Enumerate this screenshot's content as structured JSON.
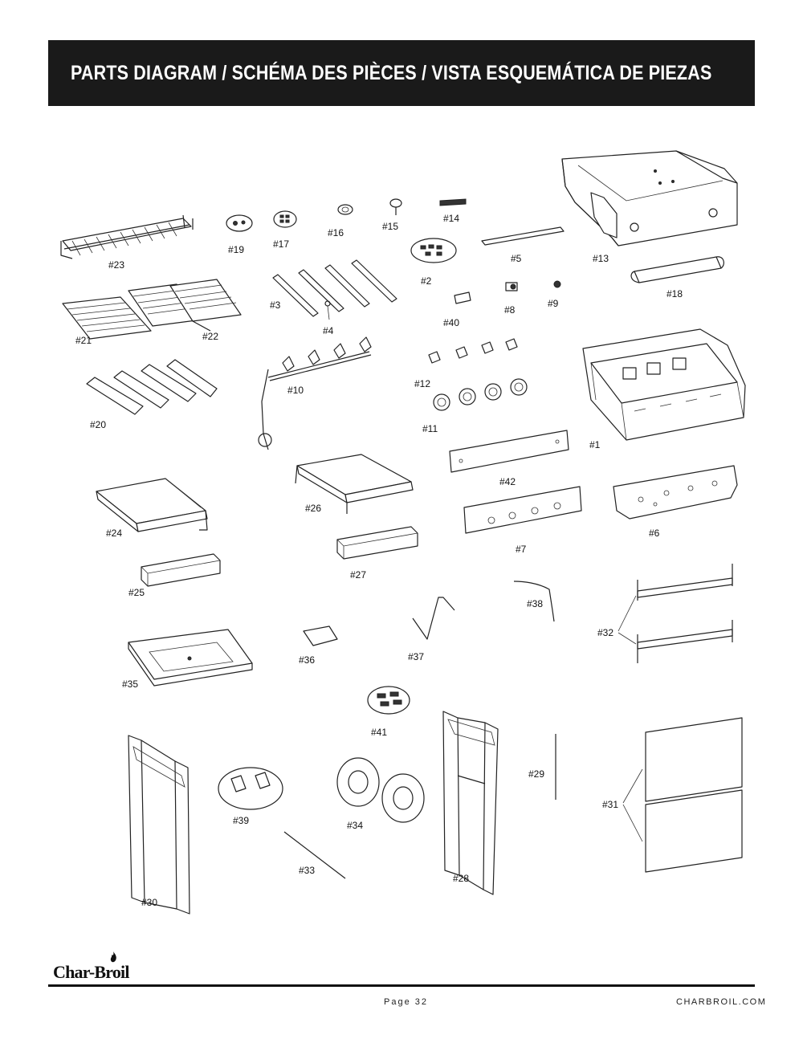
{
  "header": {
    "title": "PARTS DIAGRAM / SCHÉMA DES PIÈCES / VISTA ESQUEMÁTICA DE PIEZAS"
  },
  "parts": {
    "p1": "#1",
    "p2": "#2",
    "p3": "#3",
    "p4": "#4",
    "p5": "#5",
    "p6": "#6",
    "p7": "#7",
    "p8": "#8",
    "p9": "#9",
    "p10": "#10",
    "p11": "#11",
    "p12": "#12",
    "p13": "#13",
    "p14": "#14",
    "p15": "#15",
    "p16": "#16",
    "p17": "#17",
    "p18": "#18",
    "p19": "#19",
    "p20": "#20",
    "p21": "#21",
    "p22": "#22",
    "p23": "#23",
    "p24": "#24",
    "p25": "#25",
    "p26": "#26",
    "p27": "#27",
    "p28": "#28",
    "p29": "#29",
    "p30": "#30",
    "p31": "#31",
    "p32": "#32",
    "p33": "#33",
    "p34": "#34",
    "p35": "#35",
    "p36": "#36",
    "p37": "#37",
    "p38": "#38",
    "p39": "#39",
    "p40": "#40",
    "p41": "#41",
    "p42": "#42"
  },
  "footer": {
    "brand": "Char-Broil",
    "page": "Page 32",
    "website": "CHARBROIL.COM"
  }
}
